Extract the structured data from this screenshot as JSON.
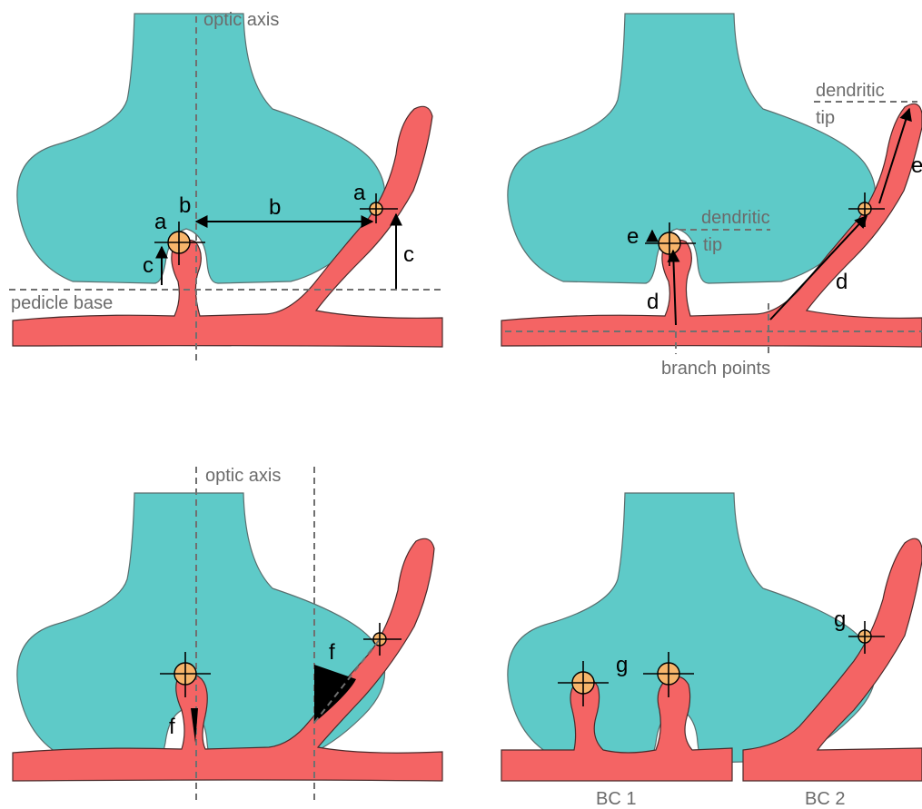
{
  "colors": {
    "pedicle": "#5ecac8",
    "pedicle_outline": "#5a6e6e",
    "dendrite": "#f46464",
    "dendrite_outline": "#4a2a2a",
    "contact": "#f7b56b",
    "dash_line": "#707070",
    "angle_marker": "#000000"
  },
  "icons": {
    "contact_marker": "crosshair-circle-icon",
    "measurement_arrow": "arrow-icon"
  },
  "panels": {
    "top_left": {
      "optic_axis": "optic axis",
      "pedicle_base": "pedicle base",
      "labels": {
        "a1": "a",
        "a2": "a",
        "b1": "b",
        "b2": "b",
        "c1": "c",
        "c2": "c"
      }
    },
    "top_right": {
      "dendritic_tip_1": "dendritic",
      "dendritic_tip_1b": "tip",
      "dendritic_tip_2": "dendritic",
      "dendritic_tip_2b": "tip",
      "branch_points": "branch points",
      "labels": {
        "e1": "e",
        "e2": "e",
        "d1": "d",
        "d2": "d"
      }
    },
    "bottom_left": {
      "optic_axis": "optic axis",
      "labels": {
        "f1": "f",
        "f2": "f"
      }
    },
    "bottom_right": {
      "bc1": "BC 1",
      "bc2": "BC 2",
      "labels": {
        "g1": "g",
        "g2": "g"
      }
    }
  }
}
